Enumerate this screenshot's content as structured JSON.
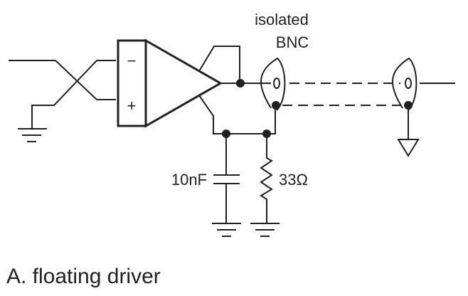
{
  "diagram": {
    "connector_label_line1": "isolated",
    "connector_label_line2": "BNC",
    "amp_inverting_sign": "−",
    "amp_noninverting_sign": "+",
    "capacitor_value": "10nF",
    "resistor_value": "33Ω",
    "caption": "A. floating driver"
  },
  "colors": {
    "ink": "#231f20",
    "background": "#ffffff"
  }
}
